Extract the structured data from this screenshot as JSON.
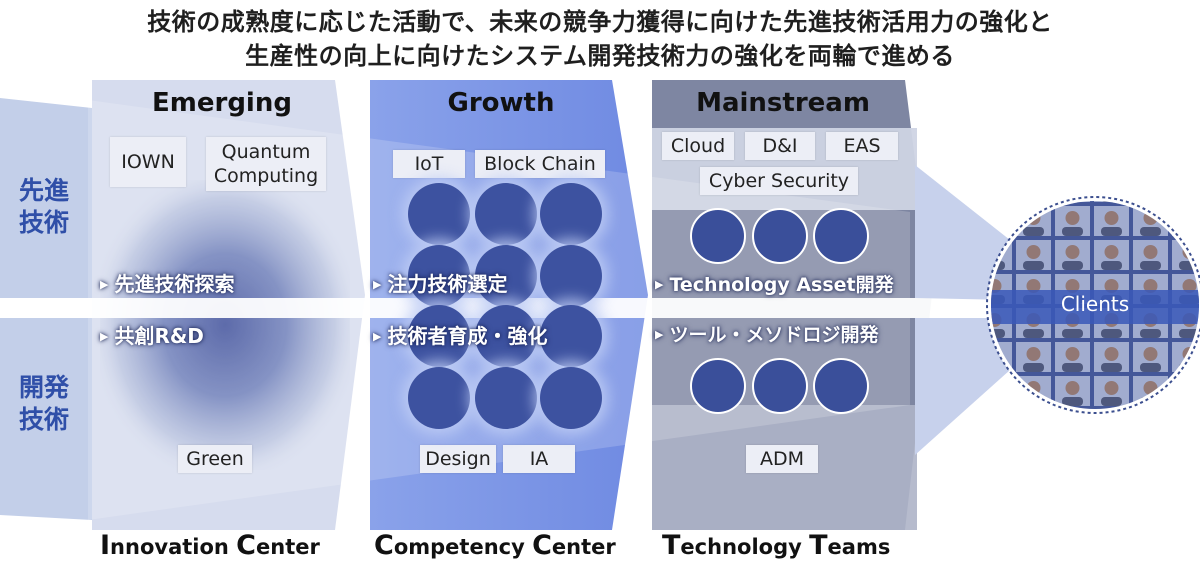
{
  "title": {
    "line1": "技術の成熟度に応じた活動で、未来の競争力獲得に向けた先進技術活用力の強化と",
    "line2": "生産性の向上に向けたシステム開発技術力の強化を両輪で進める"
  },
  "side_labels": {
    "advanced": [
      "先進",
      "技術"
    ],
    "development": [
      "開発",
      "技術"
    ]
  },
  "columns": {
    "emerging": {
      "heading": "Emerging",
      "tags": [
        "IOWN",
        "Quantum Computing",
        "Green"
      ],
      "bullets": [
        "先進技術探索",
        "共創R&D"
      ],
      "footer": [
        "I",
        "nnovation ",
        "C",
        "enter"
      ]
    },
    "growth": {
      "heading": "Growth",
      "tags": [
        "IoT",
        "Block Chain",
        "Design",
        "IA"
      ],
      "bullets": [
        "注力技術選定",
        "技術者育成・強化"
      ],
      "footer": [
        "C",
        "ompetency ",
        "C",
        "enter"
      ]
    },
    "mainstream": {
      "heading": "Mainstream",
      "tags": [
        "Cloud",
        "D&I",
        "EAS",
        "Cyber Security",
        "ADM"
      ],
      "bullets": [
        "Technology Asset開発",
        "ツール・メソドロジ開発"
      ],
      "footer": [
        "T",
        "echnology ",
        "T",
        "eams"
      ]
    }
  },
  "clients": {
    "label": "Clients"
  },
  "colors": {
    "emerging_bg": "#d6dcee",
    "growth_bg": "#7f98e6",
    "mainstream_bg": "#7e86a2",
    "side_label": "#2f4fa8",
    "circle": "#3a4f9a"
  }
}
